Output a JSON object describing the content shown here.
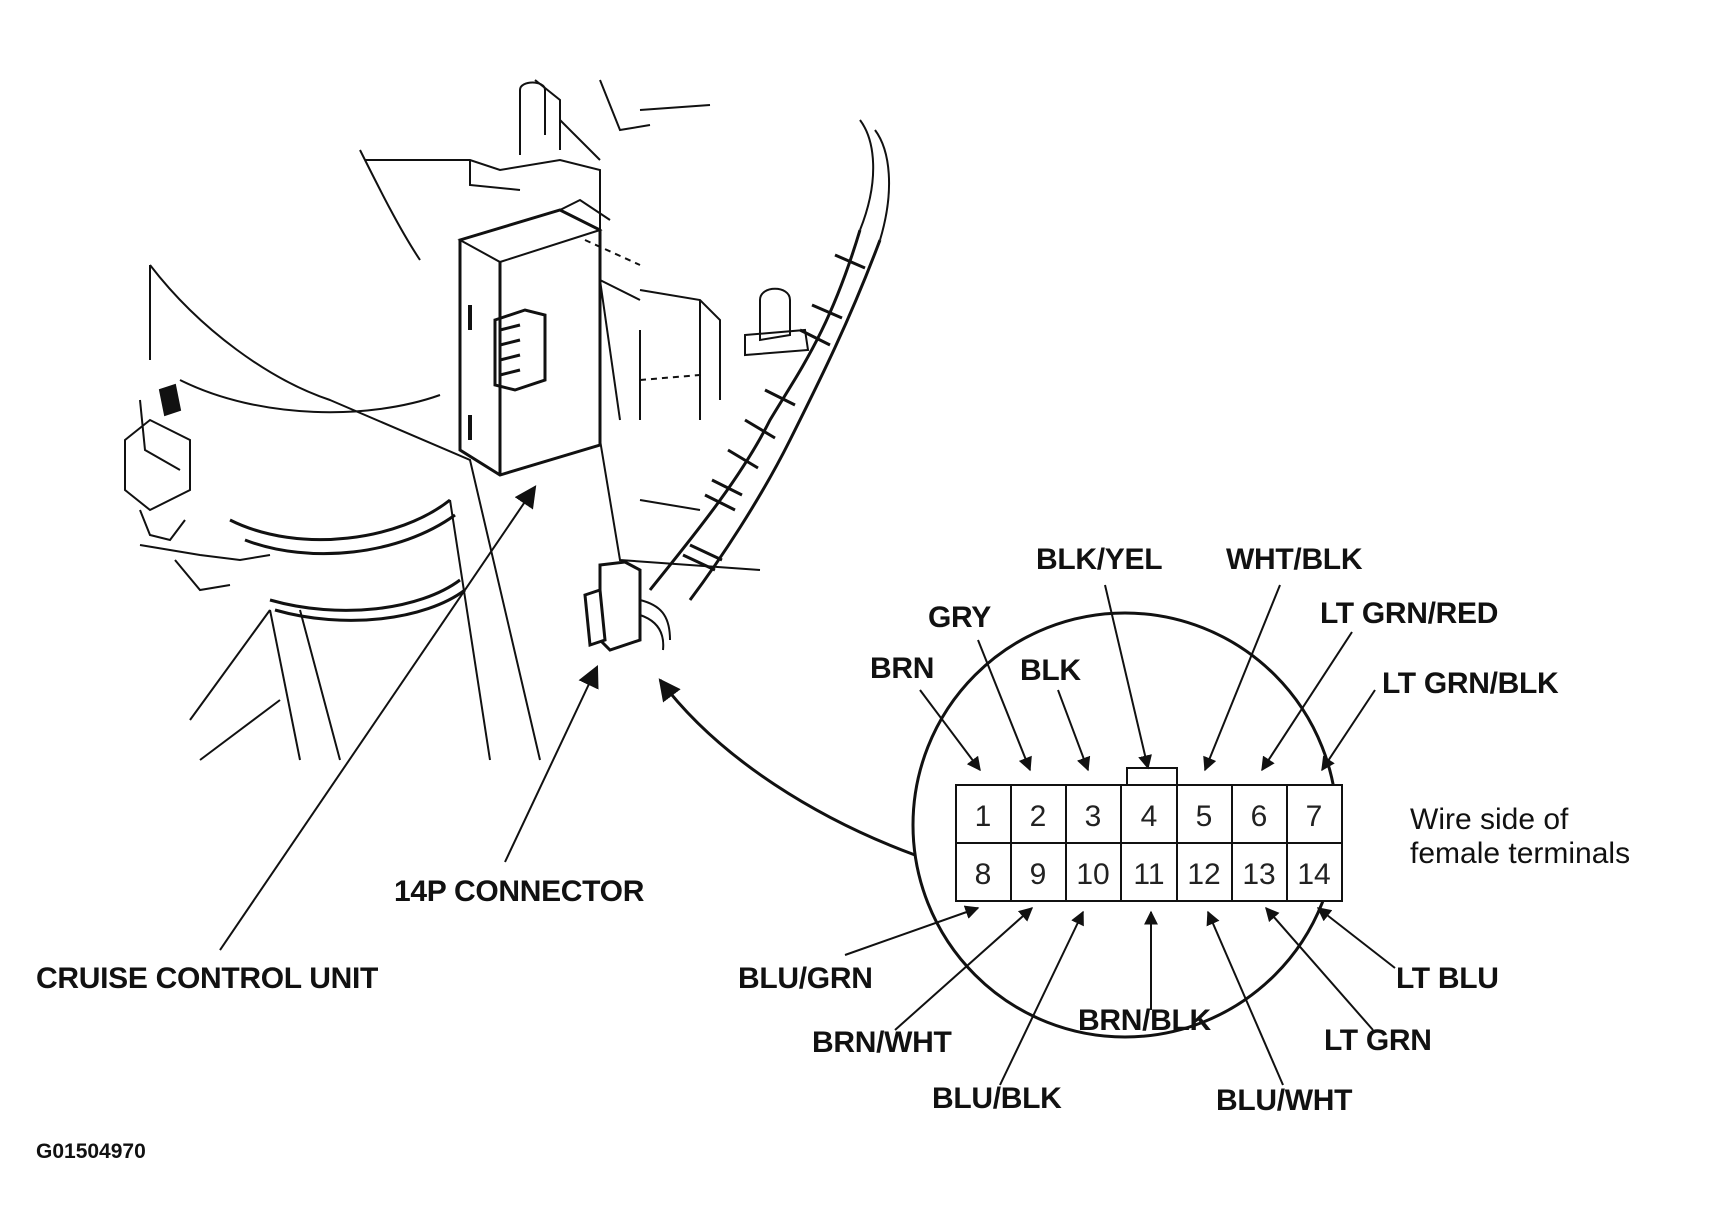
{
  "labels": {
    "cruise_control_unit": "CRUISE CONTROL UNIT",
    "connector_14p": "14P CONNECTOR",
    "wire_side_line1": "Wire side of",
    "wire_side_line2": "female terminals",
    "figure_code": "G01504970"
  },
  "pins_top": [
    "1",
    "2",
    "3",
    "4",
    "5",
    "6",
    "7"
  ],
  "pins_bottom": [
    "8",
    "9",
    "10",
    "11",
    "12",
    "13",
    "14"
  ],
  "wires_top": {
    "pin1": "BRN",
    "pin2": "GRY",
    "pin3": "BLK",
    "pin4": "BLK/YEL",
    "pin5": "WHT/BLK",
    "pin6": "LT GRN/RED",
    "pin7": "LT GRN/BLK"
  },
  "wires_bottom": {
    "pin8": "BLU/GRN",
    "pin9": "BRN/WHT",
    "pin10": "BLU/BLK",
    "pin11": "BRN/BLK",
    "pin12": "BLU/WHT",
    "pin13": "LT GRN",
    "pin14": "LT BLU"
  }
}
